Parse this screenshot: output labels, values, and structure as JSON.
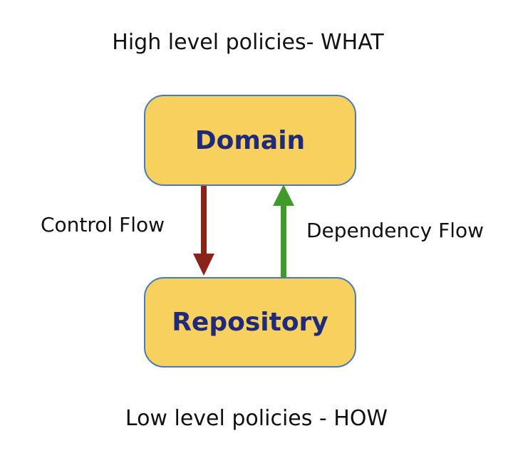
{
  "diagram": {
    "top_caption": "High level policies- WHAT",
    "bottom_caption": "Low level policies - HOW",
    "nodes": {
      "domain": "Domain",
      "repository": "Repository"
    },
    "edges": {
      "control_flow": {
        "label": "Control Flow",
        "from": "Domain",
        "to": "Repository",
        "color": "#8b2318"
      },
      "dependency_flow": {
        "label": "Dependency Flow",
        "from": "Repository",
        "to": "Domain",
        "color": "#3f9a2b"
      }
    },
    "colors": {
      "box_fill": "#f7d05e",
      "box_border": "#4a7ab8",
      "box_text": "#1f2a7a"
    }
  }
}
